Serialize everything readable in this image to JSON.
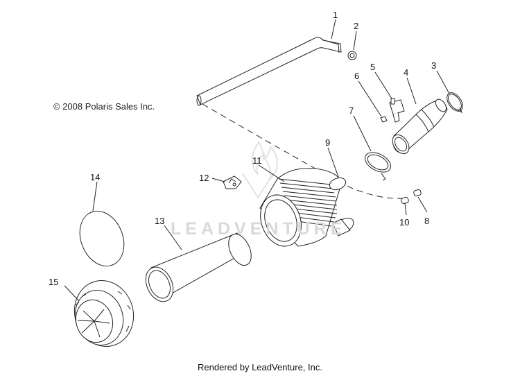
{
  "copyright": "© 2008 Polaris Sales Inc.",
  "footer": "Rendered by LeadVenture, Inc.",
  "watermark": "LEADVENTURE",
  "callouts": [
    "1",
    "2",
    "3",
    "4",
    "5",
    "6",
    "7",
    "8",
    "9",
    "10",
    "11",
    "12",
    "13",
    "14",
    "15"
  ]
}
